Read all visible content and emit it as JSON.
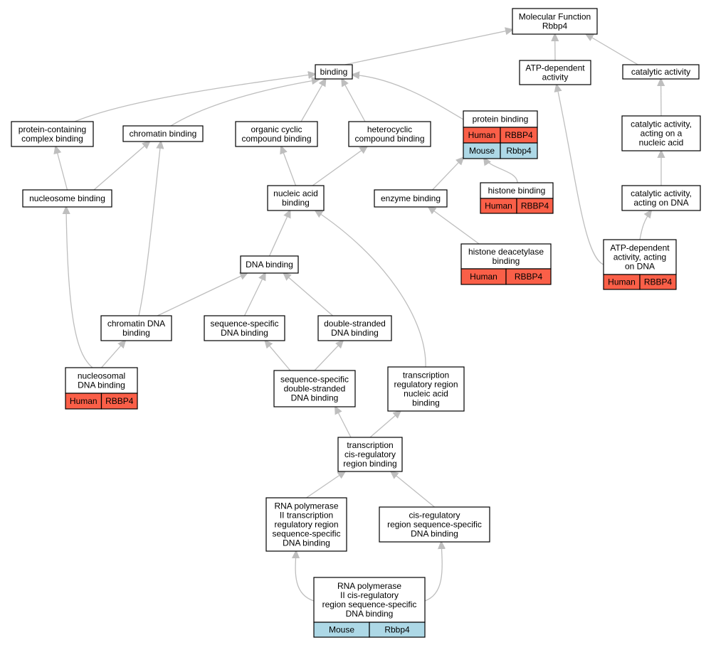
{
  "diagram": {
    "nodes": {
      "mf": {
        "lines": [
          "Molecular Function",
          "Rbbp4"
        ]
      },
      "binding": {
        "lines": [
          "binding"
        ]
      },
      "atp": {
        "lines": [
          "ATP-dependent",
          "activity"
        ]
      },
      "catalytic": {
        "lines": [
          "catalytic activity"
        ]
      },
      "pccb": {
        "lines": [
          "protein-containing",
          "complex binding"
        ]
      },
      "chromatin": {
        "lines": [
          "chromatin binding"
        ]
      },
      "occb": {
        "lines": [
          "organic cyclic",
          "compound binding"
        ]
      },
      "hccb": {
        "lines": [
          "heterocyclic",
          "compound binding"
        ]
      },
      "protein": {
        "lines": [
          "protein binding"
        ],
        "rows": [
          [
            "Human",
            "RBBP4"
          ],
          [
            "Mouse",
            "Rbbp4"
          ]
        ]
      },
      "catna": {
        "lines": [
          "catalytic activity,",
          "acting on a",
          "nucleic acid"
        ]
      },
      "nucleosome": {
        "lines": [
          "nucleosome binding"
        ]
      },
      "nucacid": {
        "lines": [
          "nucleic acid",
          "binding"
        ]
      },
      "enzyme": {
        "lines": [
          "enzyme binding"
        ]
      },
      "histone": {
        "lines": [
          "histone binding"
        ],
        "rows": [
          [
            "Human",
            "RBBP4"
          ]
        ]
      },
      "catdna": {
        "lines": [
          "catalytic activity,",
          "acting on DNA"
        ]
      },
      "hdac": {
        "lines": [
          "histone deacetylase",
          "binding"
        ],
        "rows": [
          [
            "Human",
            "RBBP4"
          ]
        ]
      },
      "atpdna": {
        "lines": [
          "ATP-dependent",
          "activity, acting",
          "on DNA"
        ],
        "rows": [
          [
            "Human",
            "RBBP4"
          ]
        ]
      },
      "dna": {
        "lines": [
          "DNA binding"
        ]
      },
      "chromdna": {
        "lines": [
          "chromatin DNA",
          "binding"
        ]
      },
      "ssdna": {
        "lines": [
          "sequence-specific",
          "DNA binding"
        ]
      },
      "dsdna": {
        "lines": [
          "double-stranded",
          "DNA binding"
        ]
      },
      "nucldna": {
        "lines": [
          "nucleosomal",
          "DNA binding"
        ],
        "rows": [
          [
            "Human",
            "RBBP4"
          ]
        ]
      },
      "ssds": {
        "lines": [
          "sequence-specific",
          "double-stranded",
          "DNA binding"
        ]
      },
      "trrna": {
        "lines": [
          "transcription",
          "regulatory region",
          "nucleic acid",
          "binding"
        ]
      },
      "tcis": {
        "lines": [
          "transcription",
          "cis-regulatory",
          "region binding"
        ]
      },
      "rnap2": {
        "lines": [
          "RNA polymerase",
          "II transcription",
          "regulatory region",
          "sequence-specific",
          "DNA binding"
        ]
      },
      "cisreg": {
        "lines": [
          "cis-regulatory",
          "region sequence-specific",
          "DNA binding"
        ]
      },
      "rnap2cis": {
        "lines": [
          "RNA polymerase",
          "II cis-regulatory",
          "region sequence-specific",
          "DNA binding"
        ],
        "rows": [
          [
            "Mouse",
            "Rbbp4"
          ]
        ]
      }
    },
    "edges": [
      [
        "binding",
        "mf"
      ],
      [
        "atp",
        "mf"
      ],
      [
        "catalytic",
        "mf"
      ],
      [
        "pccb",
        "binding"
      ],
      [
        "chromatin",
        "binding"
      ],
      [
        "occb",
        "binding"
      ],
      [
        "hccb",
        "binding"
      ],
      [
        "protein",
        "binding"
      ],
      [
        "catna",
        "catalytic"
      ],
      [
        "catdna",
        "catna"
      ],
      [
        "atpdna",
        "catdna"
      ],
      [
        "atpdna",
        "atp"
      ],
      [
        "nucleosome",
        "pccb"
      ],
      [
        "nucleosome",
        "chromatin"
      ],
      [
        "chromdna",
        "chromatin"
      ],
      [
        "nucacid",
        "occb"
      ],
      [
        "nucacid",
        "hccb"
      ],
      [
        "enzyme",
        "protein"
      ],
      [
        "histone",
        "protein"
      ],
      [
        "hdac",
        "enzyme"
      ],
      [
        "dna",
        "nucacid"
      ],
      [
        "trrna",
        "nucacid"
      ],
      [
        "chromdna",
        "dna"
      ],
      [
        "ssdna",
        "dna"
      ],
      [
        "dsdna",
        "dna"
      ],
      [
        "nucldna",
        "nucleosome"
      ],
      [
        "nucldna",
        "chromdna"
      ],
      [
        "ssds",
        "ssdna"
      ],
      [
        "ssds",
        "dsdna"
      ],
      [
        "tcis",
        "ssds"
      ],
      [
        "tcis",
        "trrna"
      ],
      [
        "rnap2",
        "tcis"
      ],
      [
        "cisreg",
        "tcis"
      ],
      [
        "rnap2cis",
        "rnap2"
      ],
      [
        "rnap2cis",
        "cisreg"
      ]
    ]
  }
}
